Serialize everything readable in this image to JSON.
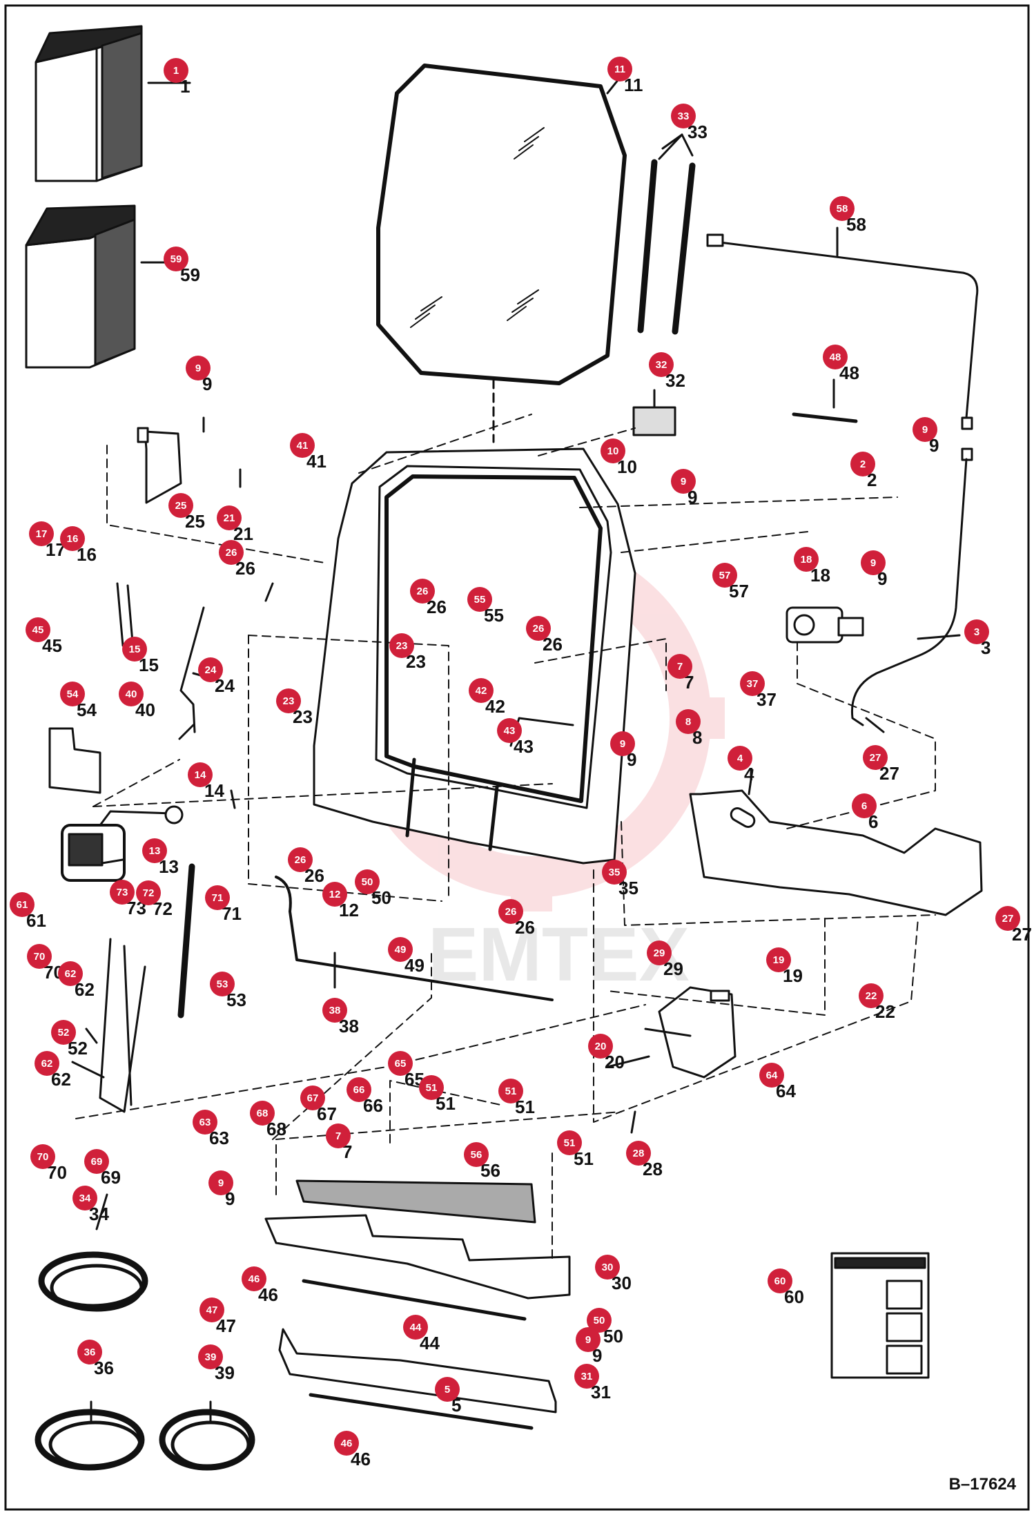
{
  "drawing_number": "B–17624",
  "watermark": "EMTEX",
  "palette": {
    "callout": "#d0203a",
    "line": "#111111",
    "watermark": "#f3c9cc"
  },
  "callouts": [
    {
      "id": "c1",
      "label": "1"
    },
    {
      "id": "c59",
      "label": "59"
    },
    {
      "id": "c11",
      "label": "11"
    },
    {
      "id": "c33",
      "label": "33"
    },
    {
      "id": "c58",
      "label": "58"
    },
    {
      "id": "c9a",
      "label": "9"
    },
    {
      "id": "c32",
      "label": "32"
    },
    {
      "id": "c48",
      "label": "48"
    },
    {
      "id": "c9b",
      "label": "9"
    },
    {
      "id": "c41",
      "label": "41"
    },
    {
      "id": "c10",
      "label": "10"
    },
    {
      "id": "c9c",
      "label": "9"
    },
    {
      "id": "c2",
      "label": "2"
    },
    {
      "id": "c25",
      "label": "25"
    },
    {
      "id": "c21",
      "label": "21"
    },
    {
      "id": "c26a",
      "label": "26"
    },
    {
      "id": "c17",
      "label": "17"
    },
    {
      "id": "c16",
      "label": "16"
    },
    {
      "id": "c26b",
      "label": "26"
    },
    {
      "id": "c55",
      "label": "55"
    },
    {
      "id": "c26c",
      "label": "26"
    },
    {
      "id": "c57",
      "label": "57"
    },
    {
      "id": "c18",
      "label": "18"
    },
    {
      "id": "c9d",
      "label": "9"
    },
    {
      "id": "c45",
      "label": "45"
    },
    {
      "id": "c15",
      "label": "15"
    },
    {
      "id": "c24",
      "label": "24"
    },
    {
      "id": "c3",
      "label": "3"
    },
    {
      "id": "c23a",
      "label": "23"
    },
    {
      "id": "c7a",
      "label": "7"
    },
    {
      "id": "c37",
      "label": "37"
    },
    {
      "id": "c54",
      "label": "54"
    },
    {
      "id": "c40",
      "label": "40"
    },
    {
      "id": "c23b",
      "label": "23"
    },
    {
      "id": "c42",
      "label": "42"
    },
    {
      "id": "c43",
      "label": "43"
    },
    {
      "id": "c8",
      "label": "8"
    },
    {
      "id": "c9e",
      "label": "9"
    },
    {
      "id": "c14",
      "label": "14"
    },
    {
      "id": "c4",
      "label": "4"
    },
    {
      "id": "c27a",
      "label": "27"
    },
    {
      "id": "c6",
      "label": "6"
    },
    {
      "id": "c13",
      "label": "13"
    },
    {
      "id": "c26d",
      "label": "26"
    },
    {
      "id": "c12",
      "label": "12"
    },
    {
      "id": "c50a",
      "label": "50"
    },
    {
      "id": "c35",
      "label": "35"
    },
    {
      "id": "c61",
      "label": "61"
    },
    {
      "id": "c73",
      "label": "73"
    },
    {
      "id": "c72",
      "label": "72"
    },
    {
      "id": "c71",
      "label": "71"
    },
    {
      "id": "c26e",
      "label": "26"
    },
    {
      "id": "c27b",
      "label": "27"
    },
    {
      "id": "c70a",
      "label": "70"
    },
    {
      "id": "c62a",
      "label": "62"
    },
    {
      "id": "c49",
      "label": "49"
    },
    {
      "id": "c29",
      "label": "29"
    },
    {
      "id": "c19",
      "label": "19"
    },
    {
      "id": "c53",
      "label": "53"
    },
    {
      "id": "c38",
      "label": "38"
    },
    {
      "id": "c22",
      "label": "22"
    },
    {
      "id": "c52",
      "label": "52"
    },
    {
      "id": "c20",
      "label": "20"
    },
    {
      "id": "c64",
      "label": "64"
    },
    {
      "id": "c62b",
      "label": "62"
    },
    {
      "id": "c66",
      "label": "66"
    },
    {
      "id": "c65",
      "label": "65"
    },
    {
      "id": "c51a",
      "label": "51"
    },
    {
      "id": "c51b",
      "label": "51"
    },
    {
      "id": "c63",
      "label": "63"
    },
    {
      "id": "c68",
      "label": "68"
    },
    {
      "id": "c67",
      "label": "67"
    },
    {
      "id": "c7b",
      "label": "7"
    },
    {
      "id": "c51c",
      "label": "51"
    },
    {
      "id": "c28",
      "label": "28"
    },
    {
      "id": "c70b",
      "label": "70"
    },
    {
      "id": "c69",
      "label": "69"
    },
    {
      "id": "c56",
      "label": "56"
    },
    {
      "id": "c34",
      "label": "34"
    },
    {
      "id": "c9f",
      "label": "9"
    },
    {
      "id": "c30",
      "label": "30"
    },
    {
      "id": "c46a",
      "label": "46"
    },
    {
      "id": "c60",
      "label": "60"
    },
    {
      "id": "c47",
      "label": "47"
    },
    {
      "id": "c44",
      "label": "44"
    },
    {
      "id": "c50b",
      "label": "50"
    },
    {
      "id": "c9g",
      "label": "9"
    },
    {
      "id": "c36",
      "label": "36"
    },
    {
      "id": "c39",
      "label": "39"
    },
    {
      "id": "c31",
      "label": "31"
    },
    {
      "id": "c5",
      "label": "5"
    },
    {
      "id": "c46b",
      "label": "46"
    }
  ]
}
